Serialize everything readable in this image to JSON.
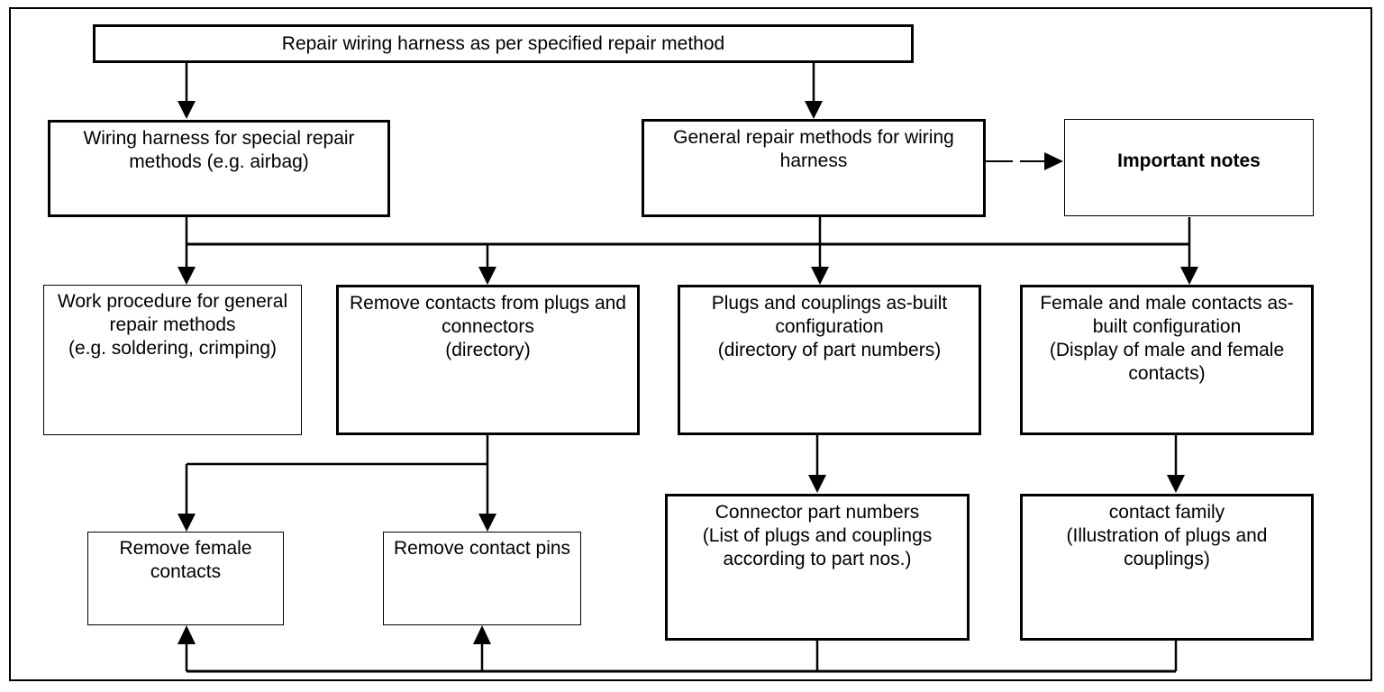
{
  "colors": {
    "stroke": "#000000",
    "background": "#ffffff"
  },
  "nodes": {
    "root": {
      "label": "Repair wiring harness as per specified repair method"
    },
    "special_repair": {
      "label": "Wiring harness for special repair\nmethods (e.g. airbag)"
    },
    "general_repair": {
      "label": "General repair methods for wiring\nharness"
    },
    "important_notes": {
      "label": "Important notes"
    },
    "work_procedure": {
      "label": "Work procedure for general\nrepair methods\n(e.g. soldering, crimping)"
    },
    "remove_contacts": {
      "label": "Remove contacts from plugs and\nconnectors\n(directory)"
    },
    "plugs_couplings": {
      "label": "Plugs and couplings as-built\nconfiguration\n(directory of part numbers)"
    },
    "female_male_contacts": {
      "label": "Female and male contacts as-\nbuilt configuration\n(Display of male and female\ncontacts)"
    },
    "remove_female_contacts": {
      "label": "Remove female\ncontacts"
    },
    "remove_contact_pins": {
      "label": "Remove contact pins"
    },
    "connector_part_numbers": {
      "label": "Connector part numbers\n(List of plugs and couplings\naccording to part nos.)"
    },
    "contact_family": {
      "label": "contact family\n(Illustration of plugs and\ncouplings)"
    }
  },
  "edges": [
    {
      "from": "root",
      "to": "special_repair"
    },
    {
      "from": "root",
      "to": "general_repair"
    },
    {
      "from": "general_repair",
      "to": "important_notes"
    },
    {
      "from": [
        "special_repair",
        "general_repair",
        "important_notes"
      ],
      "via": "bus",
      "to": [
        "work_procedure",
        "remove_contacts",
        "plugs_couplings",
        "female_male_contacts"
      ]
    },
    {
      "from": "remove_contacts",
      "to": "remove_female_contacts"
    },
    {
      "from": "remove_contacts",
      "to": "remove_contact_pins"
    },
    {
      "from": "plugs_couplings",
      "to": "connector_part_numbers"
    },
    {
      "from": "female_male_contacts",
      "to": "contact_family"
    },
    {
      "from": [
        "connector_part_numbers",
        "contact_family"
      ],
      "via": "feedback",
      "to": [
        "remove_female_contacts",
        "remove_contact_pins"
      ]
    }
  ]
}
